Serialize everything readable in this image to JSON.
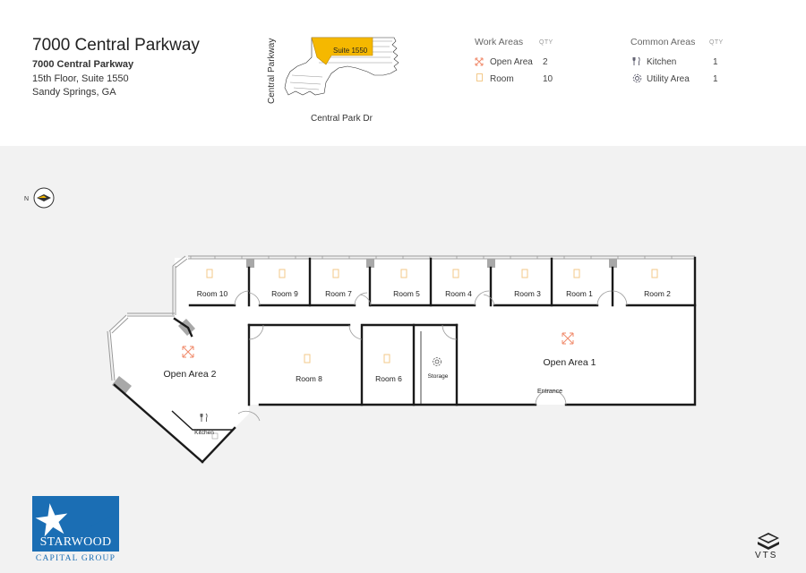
{
  "header": {
    "title": "7000 Central Parkway",
    "address_line1": "7000 Central Parkway",
    "address_line2": "15th Floor, Suite 1550",
    "address_line3": "Sandy Springs, GA"
  },
  "key_plan": {
    "suite_label": "Suite 1550",
    "street_left": "Central Parkway",
    "street_bottom": "Central Park Dr",
    "highlight_color": "#f5b800"
  },
  "legend": {
    "work_areas_heading": "Work Areas",
    "common_areas_heading": "Common Areas",
    "qty_label": "QTY",
    "work_areas": [
      {
        "label": "Open Area",
        "qty": "2",
        "icon": "open-area-icon"
      },
      {
        "label": "Room",
        "qty": "10",
        "icon": "room-icon"
      }
    ],
    "common_areas": [
      {
        "label": "Kitchen",
        "qty": "1",
        "icon": "kitchen-icon"
      },
      {
        "label": "Utility Area",
        "qty": "1",
        "icon": "utility-area-icon"
      }
    ]
  },
  "compass": {
    "label": "N"
  },
  "floorplan": {
    "rooms": {
      "room10": "Room 10",
      "room9": "Room 9",
      "room7": "Room 7",
      "room5": "Room 5",
      "room4": "Room 4",
      "room3": "Room 3",
      "room1": "Room 1",
      "room2": "Room 2",
      "room8": "Room 8",
      "room6": "Room 6",
      "storage": "Storage",
      "open_area_1": "Open Area 1",
      "open_area_2": "Open Area 2",
      "kitchen": "Kitchen",
      "entrance": "Entrance"
    },
    "colors": {
      "room_icon": "#f3c98a",
      "open_area_icon": "#f08a6a",
      "wall": "#1a1a1a",
      "window": "#9a9a9a",
      "column": "#a8a8a8"
    }
  },
  "branding": {
    "company_name": "STARWOOD",
    "company_sub": "CAPITAL GROUP",
    "brand_color": "#1b6eb4",
    "platform": "VTS"
  }
}
